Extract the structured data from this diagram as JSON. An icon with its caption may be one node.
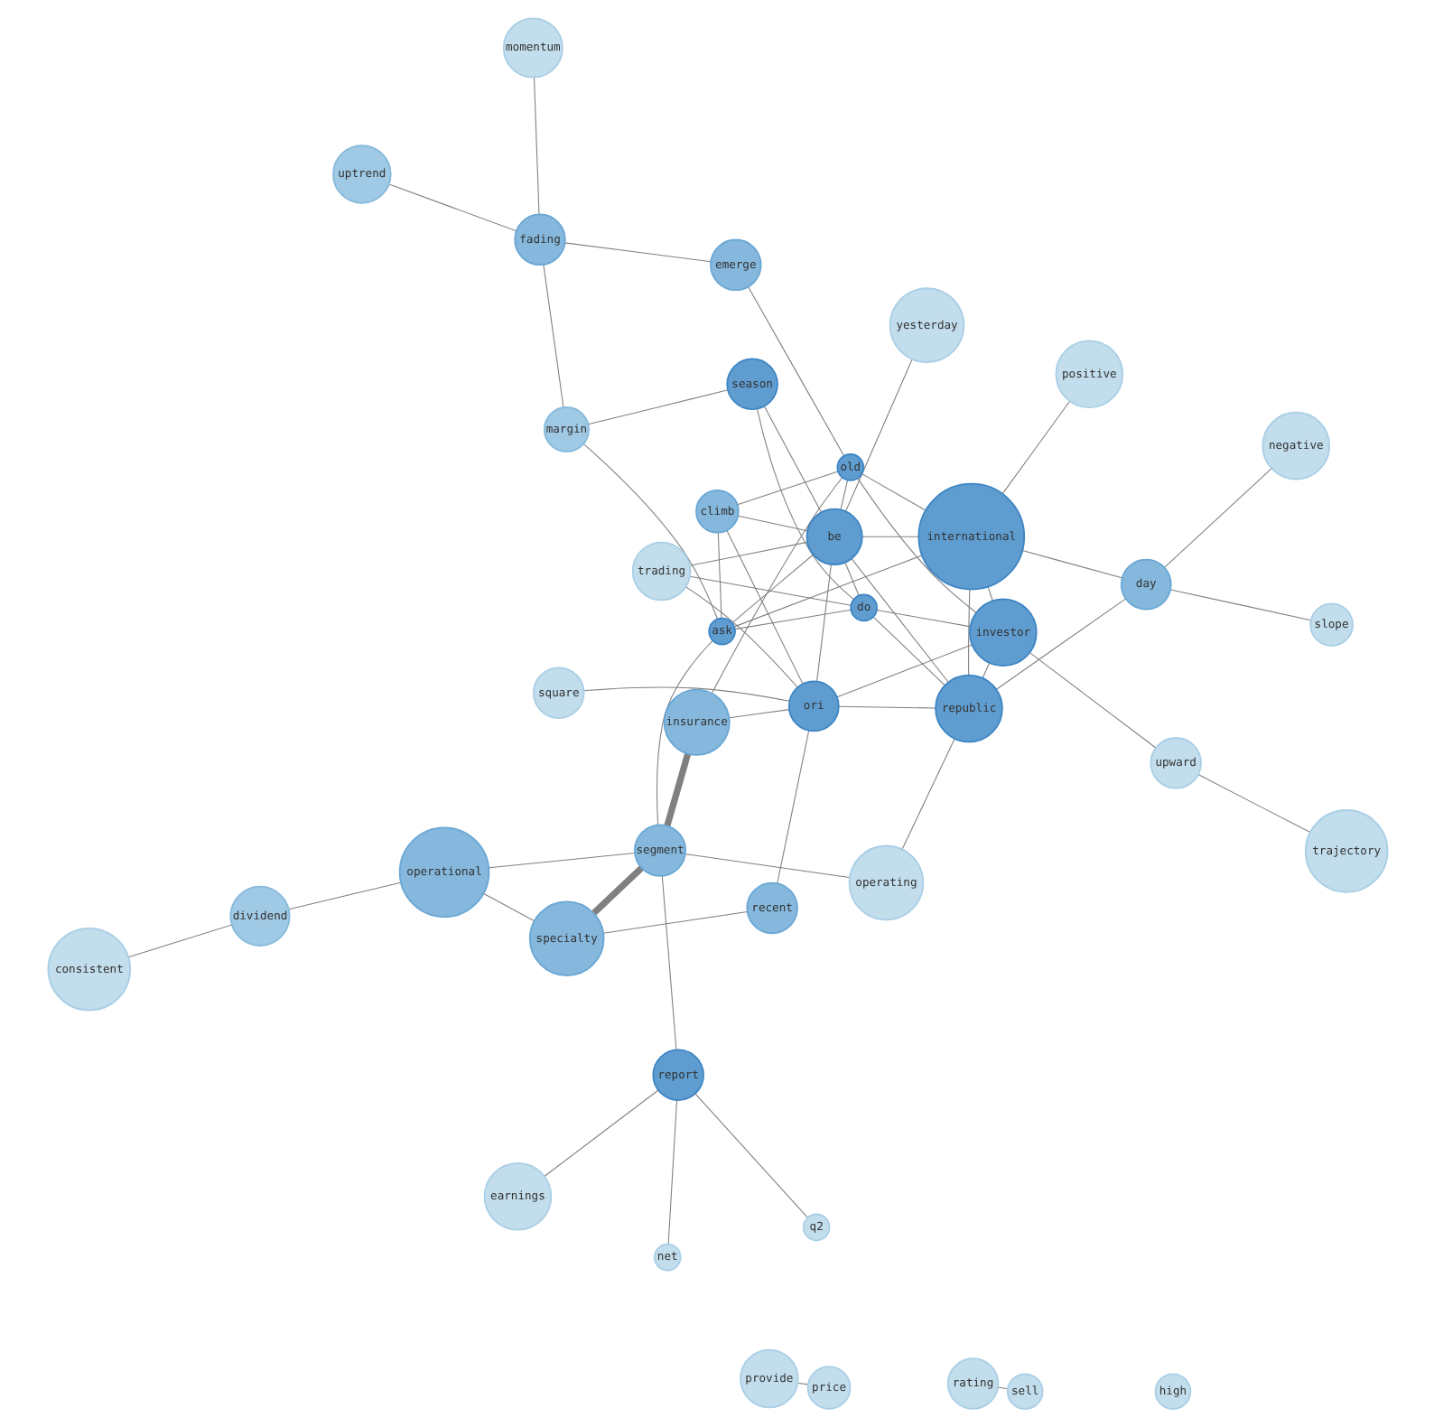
{
  "diagram": {
    "nodes": [
      {
        "text": [
          "consistent"
        ]
      },
      {
        "text": [
          "q2"
        ]
      },
      {
        "text": [
          "earnings"
        ]
      },
      {
        "text": [
          "negative"
        ]
      },
      {
        "text": [
          "season"
        ]
      },
      {
        "text": [
          "upward"
        ]
      },
      {
        "text": [
          "dividend"
        ]
      },
      {
        "text": [
          "trajectory"
        ]
      },
      {
        "text": [
          "operational"
        ]
      },
      {
        "text": [
          "net"
        ]
      },
      {
        "text": [
          "investor"
        ]
      },
      {
        "text": [
          "provide"
        ]
      },
      {
        "text": [
          "rating"
        ]
      },
      {
        "text": [
          "report"
        ]
      },
      {
        "text": [
          "be"
        ]
      },
      {
        "text": [
          "day"
        ]
      },
      {
        "text": [
          "sell"
        ]
      },
      {
        "text": [
          "price"
        ]
      },
      {
        "text": [
          "uptrend"
        ]
      },
      {
        "text": [
          "slope"
        ]
      },
      {
        "text": [
          "segment"
        ]
      },
      {
        "text": [
          "ask"
        ]
      },
      {
        "text": [
          "margin"
        ]
      },
      {
        "text": [
          "specialty"
        ]
      },
      {
        "text": [
          "ori"
        ]
      },
      {
        "text": [
          "do"
        ]
      },
      {
        "text": [
          "international"
        ]
      },
      {
        "text": [
          "republic"
        ]
      },
      {
        "text": [
          "yesterday"
        ]
      },
      {
        "text": [
          "old"
        ]
      },
      {
        "text": [
          "positive"
        ]
      },
      {
        "text": [
          "trading"
        ]
      },
      {
        "text": [
          "operating"
        ]
      },
      {
        "text": [
          "high"
        ]
      },
      {
        "text": [
          "recent"
        ]
      },
      {
        "text": [
          "insurance"
        ]
      },
      {
        "text": [
          "momentum"
        ]
      },
      {
        "text": [
          "square"
        ]
      },
      {
        "text": [
          "emerge"
        ]
      },
      {
        "text": [
          "fading"
        ]
      },
      {
        "text": [
          "climb"
        ]
      }
    ],
    "edges": [
      {
        "from": 0,
        "to": 6,
        "arrow": "none"
      },
      {
        "from": 2,
        "to": 13,
        "arrow": "none"
      },
      {
        "from": 3,
        "to": 15,
        "arrow": "none"
      },
      {
        "from": 1,
        "to": 13,
        "arrow": "none"
      },
      {
        "from": 13,
        "to": 20,
        "arrow": "none"
      },
      {
        "from": 7,
        "to": 5,
        "arrow": "none"
      },
      {
        "from": 8,
        "to": 6,
        "arrow": "none"
      },
      {
        "from": 8,
        "to": 23,
        "arrow": "none"
      },
      {
        "from": 8,
        "to": 20,
        "arrow": "none"
      },
      {
        "from": 12,
        "to": 16,
        "arrow": "none"
      },
      {
        "from": 17,
        "to": 11,
        "arrow": "none"
      },
      {
        "from": 13,
        "to": 9,
        "arrow": "none"
      },
      {
        "from": 20,
        "to": 21,
        "arrow": "none"
      },
      {
        "from": 21,
        "to": 22,
        "arrow": "none"
      },
      {
        "from": 20,
        "to": 23,
        "arrow": "none",
        "style": "thick"
      },
      {
        "from": 20,
        "to": 32,
        "arrow": "none"
      },
      {
        "from": 20,
        "to": 35,
        "arrow": "none",
        "style": "thick"
      },
      {
        "from": 23,
        "to": 34,
        "arrow": "none"
      },
      {
        "from": 32,
        "to": 27,
        "arrow": "none"
      },
      {
        "from": 37,
        "to": 24,
        "arrow": "none"
      },
      {
        "from": 40,
        "to": 21,
        "arrow": "none"
      },
      {
        "from": 40,
        "to": 24,
        "arrow": "none"
      },
      {
        "from": 40,
        "to": 29,
        "arrow": "none"
      },
      {
        "from": 39,
        "to": 38,
        "arrow": "none"
      },
      {
        "from": 39,
        "to": 36,
        "arrow": "none"
      },
      {
        "from": 39,
        "to": 18,
        "arrow": "none"
      },
      {
        "from": 39,
        "to": 22,
        "arrow": "none"
      },
      {
        "from": 38,
        "to": 29,
        "arrow": "none"
      },
      {
        "from": 15,
        "to": 26,
        "arrow": "none"
      },
      {
        "from": 15,
        "to": 27,
        "arrow": "none"
      },
      {
        "from": 15,
        "to": 19,
        "arrow": "none"
      },
      {
        "from": 26,
        "to": 30,
        "arrow": "none"
      },
      {
        "from": 29,
        "to": 26,
        "arrow": "none"
      },
      {
        "from": 35,
        "to": 29,
        "arrow": "none"
      },
      {
        "from": 4,
        "to": 14,
        "arrow": "none"
      },
      {
        "from": 4,
        "to": 22,
        "arrow": "none"
      },
      {
        "from": 4,
        "to": 25,
        "arrow": "none"
      },
      {
        "from": 10,
        "to": 5,
        "arrow": "none"
      },
      {
        "from": 10,
        "to": 27,
        "arrow": "none"
      },
      {
        "from": 10,
        "to": 24,
        "arrow": "none"
      },
      {
        "from": 10,
        "to": 25,
        "arrow": "none"
      },
      {
        "from": 10,
        "to": 29,
        "arrow": "none"
      },
      {
        "from": 10,
        "to": 26,
        "arrow": "none"
      },
      {
        "from": 14,
        "to": 21,
        "arrow": "none"
      },
      {
        "from": 14,
        "to": 24,
        "arrow": "none"
      },
      {
        "from": 14,
        "to": 29,
        "arrow": "none"
      },
      {
        "from": 14,
        "to": 25,
        "arrow": "none"
      },
      {
        "from": 14,
        "to": 26,
        "arrow": "none"
      },
      {
        "from": 14,
        "to": 31,
        "arrow": "none"
      },
      {
        "from": 14,
        "to": 27,
        "arrow": "none"
      },
      {
        "from": 14,
        "to": 40,
        "arrow": "none"
      },
      {
        "from": 14,
        "to": 28,
        "arrow": "none"
      },
      {
        "from": 27,
        "to": 24,
        "arrow": "none"
      },
      {
        "from": 27,
        "to": 25,
        "arrow": "none"
      },
      {
        "from": 27,
        "to": 26,
        "arrow": "none"
      },
      {
        "from": 31,
        "to": 24,
        "arrow": "none"
      },
      {
        "from": 31,
        "to": 25,
        "arrow": "none"
      },
      {
        "from": 34,
        "to": 24,
        "arrow": "none"
      },
      {
        "from": 35,
        "to": 24,
        "arrow": "none"
      },
      {
        "from": 21,
        "to": 25,
        "arrow": "none"
      },
      {
        "from": 21,
        "to": 26,
        "arrow": "none"
      }
    ]
  }
}
